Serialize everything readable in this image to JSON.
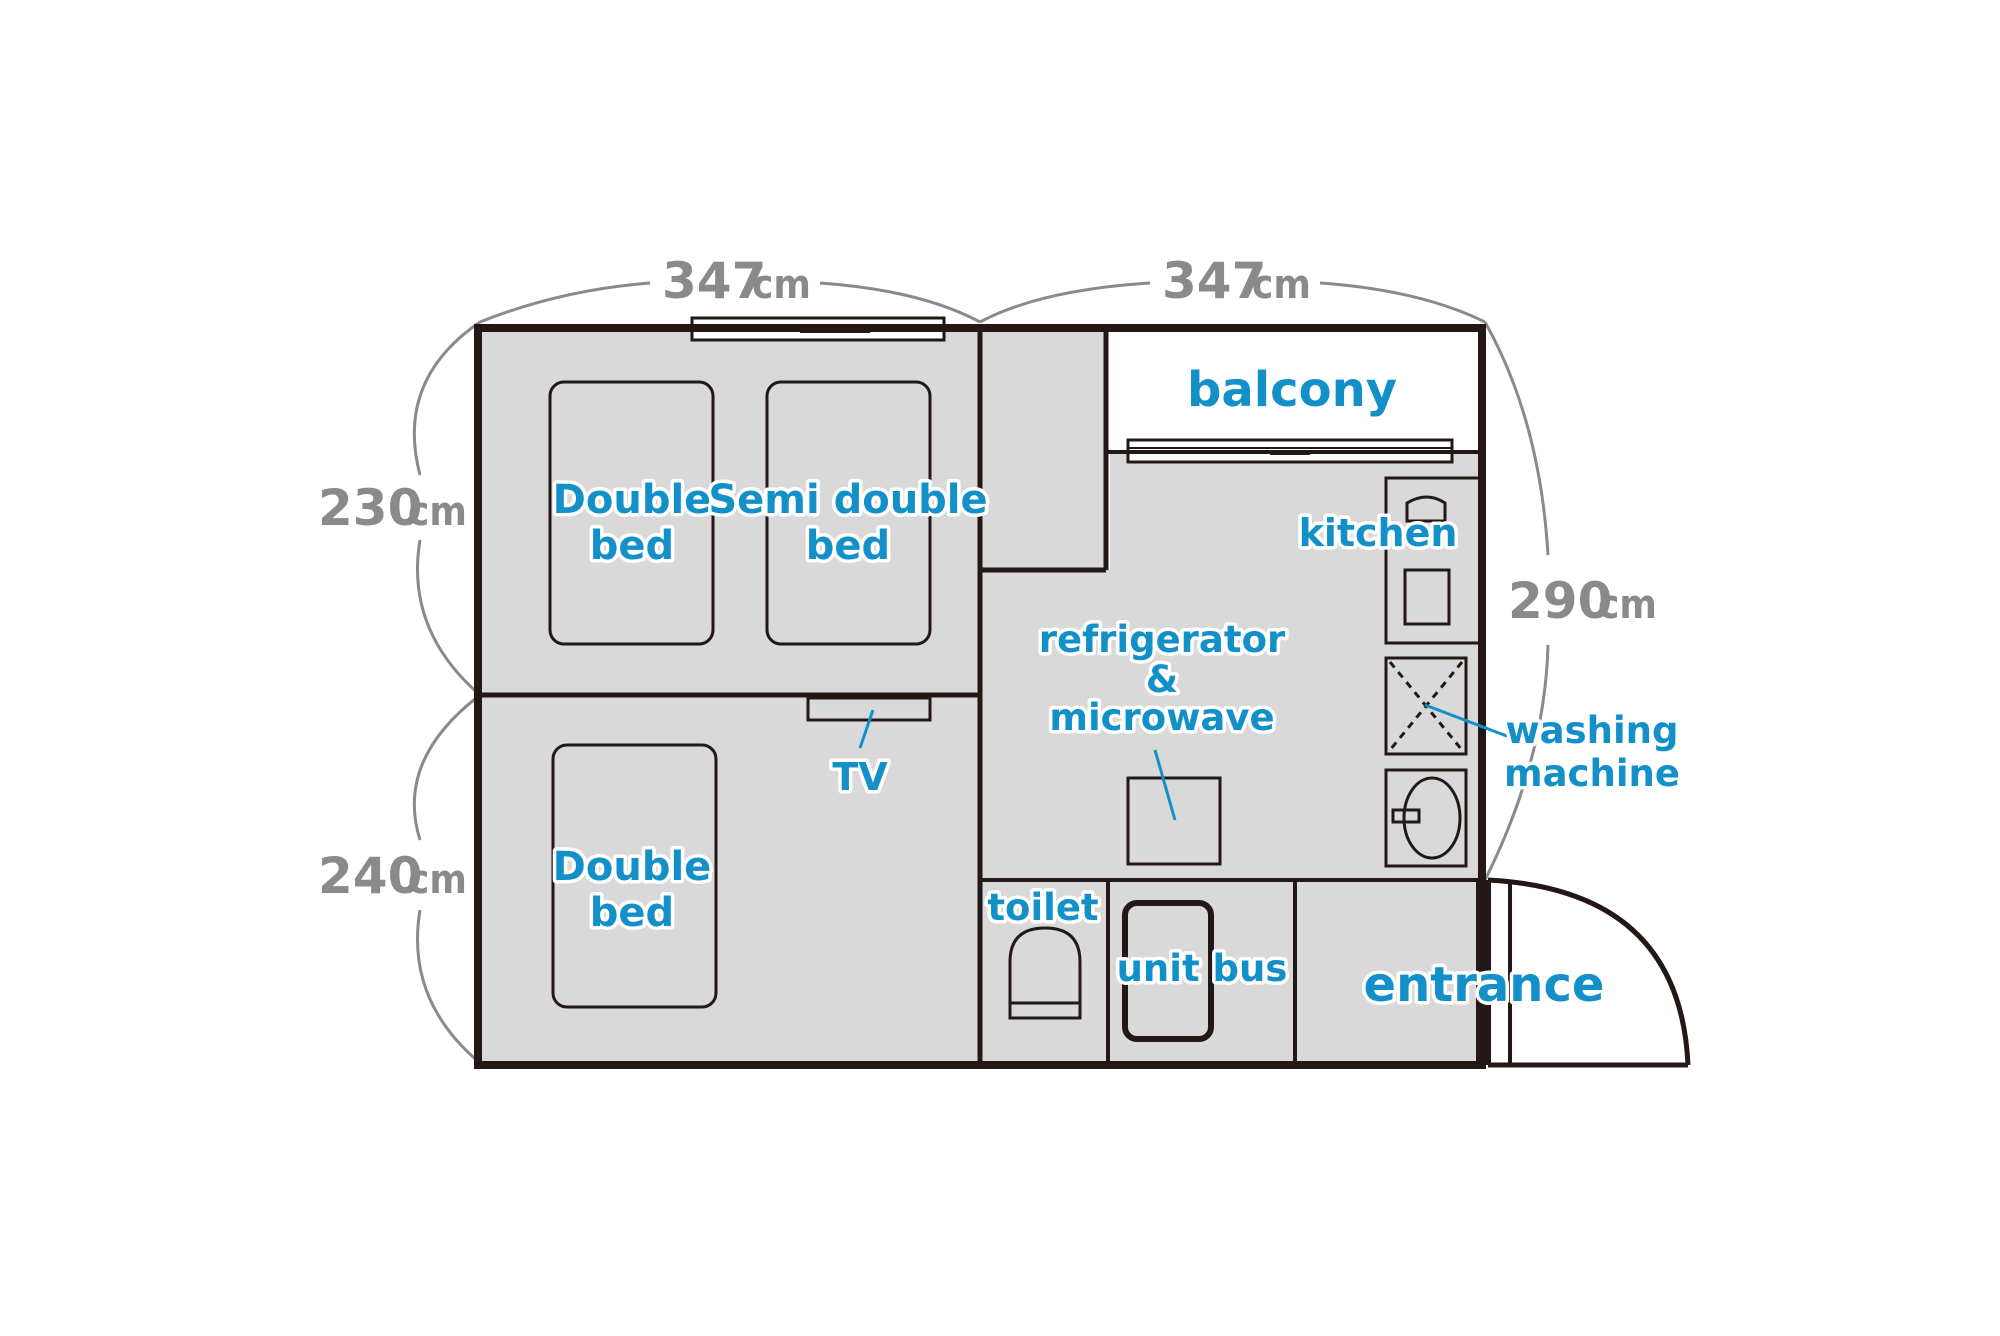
{
  "dimensions": {
    "top_left": {
      "value": "347",
      "unit": "cm"
    },
    "top_right": {
      "value": "347",
      "unit": "cm"
    },
    "left_upper": {
      "value": "230",
      "unit": "cm"
    },
    "left_lower": {
      "value": "240",
      "unit": "cm"
    },
    "right": {
      "value": "290",
      "unit": "cm"
    }
  },
  "rooms": {
    "balcony": "balcony",
    "kitchen": "kitchen",
    "fridge_line1": "refrigerator",
    "fridge_line2": "&",
    "fridge_line3": "microwave",
    "washing_line1": "washing",
    "washing_line2": "machine",
    "tv": "TV",
    "toilet": "toilet",
    "unit_bus": "unit bus",
    "entrance": "entrance",
    "bed1_line1": "Double",
    "bed1_line2": "bed",
    "bed2_line1": "Semi double",
    "bed2_line2": "bed",
    "bed3_line1": "Double",
    "bed3_line2": "bed"
  },
  "colors": {
    "wall": "#231815",
    "floor": "#d9d9d9",
    "label": "#1490c8",
    "dimension": "#8a8a8a"
  }
}
